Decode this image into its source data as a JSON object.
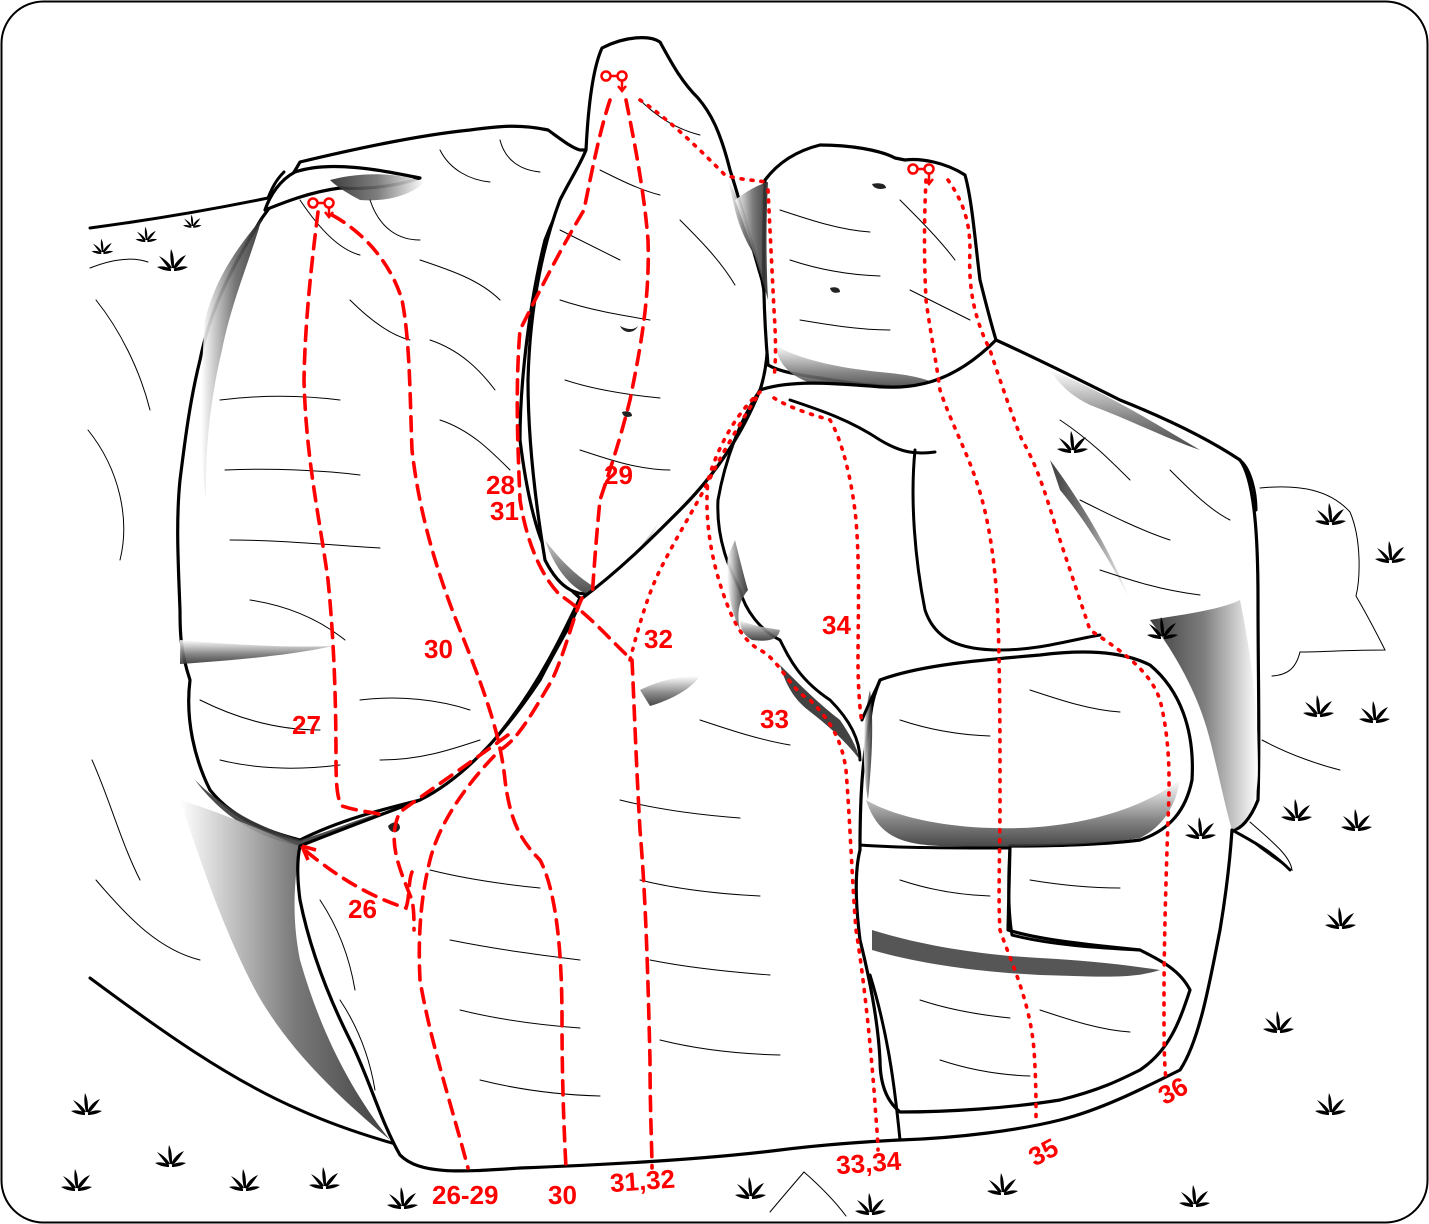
{
  "topo": {
    "colors": {
      "route": "#ff0000",
      "rock_outline": "#000000",
      "grass": "#2e9a1c",
      "frame": "#000000",
      "background": "#ffffff"
    },
    "icons": {
      "anchor": "belay-anchor-icon",
      "vegetation": "grass-tuft-icon"
    },
    "route_labels": [
      {
        "id": "l26",
        "text": "26"
      },
      {
        "id": "l27",
        "text": "27"
      },
      {
        "id": "l28",
        "text": "28"
      },
      {
        "id": "l31",
        "text": "31"
      },
      {
        "id": "l29",
        "text": "29"
      },
      {
        "id": "l30",
        "text": "30"
      },
      {
        "id": "l32",
        "text": "32"
      },
      {
        "id": "l33",
        "text": "33"
      },
      {
        "id": "l34",
        "text": "34"
      },
      {
        "id": "l36",
        "text": "36"
      }
    ],
    "start_labels": [
      {
        "id": "s2629",
        "text": "26-29"
      },
      {
        "id": "s30",
        "text": "30"
      },
      {
        "id": "s3132",
        "text": "31,32"
      },
      {
        "id": "s3334",
        "text": "33,34"
      },
      {
        "id": "s35",
        "text": "35"
      }
    ]
  }
}
